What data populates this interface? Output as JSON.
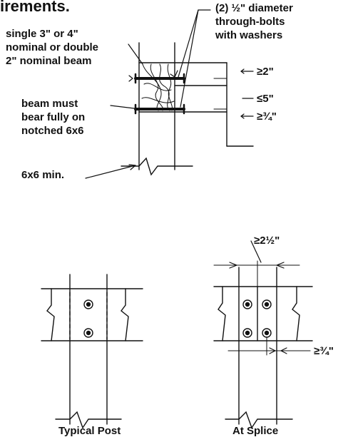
{
  "heading": {
    "fragment": "irements."
  },
  "top_detail": {
    "callouts": {
      "bolts": "(2) ½\" diameter\nthrough-bolts\nwith washers",
      "beam": "single 3\" or 4\"\nnominal or double\n2\" nominal beam",
      "bearing": "beam must\nbear fully on\nnotched 6x6",
      "post": "6x6 min."
    },
    "dimensions": {
      "top": "≥2\"",
      "middle": "≤5\"",
      "bottom": "≥¾\""
    }
  },
  "bottom_details": {
    "splice_dim_top": "≥2½\"",
    "splice_dim_side": "≥¾\"",
    "captions": {
      "left": "Typical Post",
      "right": "At Splice"
    }
  },
  "colors": {
    "ink": "#111111",
    "background": "#ffffff"
  }
}
